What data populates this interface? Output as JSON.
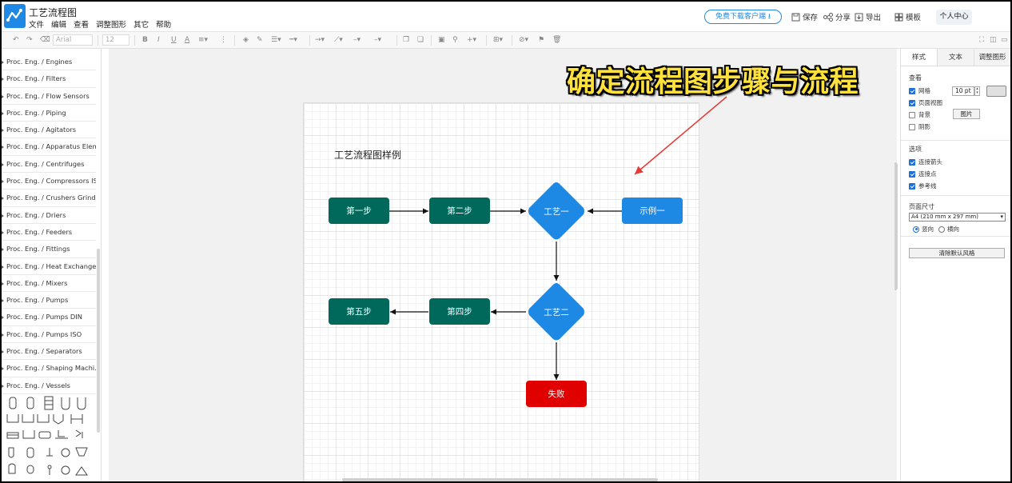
{
  "app": {
    "title": "工艺流程图",
    "menu": [
      "文件",
      "编辑",
      "查看",
      "调整图形",
      "其它",
      "帮助"
    ]
  },
  "header": {
    "download_label": "免费下载客户端",
    "save_label": "保存",
    "share_label": "分享",
    "export_label": "导出",
    "template_label": "模板",
    "user_center_label": "个人中心"
  },
  "toolbar": {
    "font_family": "Arial",
    "font_size": "12"
  },
  "sidebar": {
    "libraries": [
      "Proc. Eng. / Engines",
      "Proc. Eng. / Filters",
      "Proc. Eng. / Flow Sensors",
      "Proc. Eng. / Piping",
      "Proc. Eng. / Agitators",
      "Proc. Eng. / Apparatus Elem...",
      "Proc. Eng. / Centrifuges",
      "Proc. Eng. / Compressors ISO",
      "Proc. Eng. / Crushers Grindi...",
      "Proc. Eng. / Driers",
      "Proc. Eng. / Feeders",
      "Proc. Eng. / Fittings",
      "Proc. Eng. / Heat Exchangers",
      "Proc. Eng. / Mixers",
      "Proc. Eng. / Pumps",
      "Proc. Eng. / Pumps DIN",
      "Proc. Eng. / Pumps ISO",
      "Proc. Eng. / Separators",
      "Proc. Eng. / Shaping Machi...",
      "Proc. Eng. / Vessels"
    ]
  },
  "diagram": {
    "title": "工艺流程图样例",
    "nodes": {
      "step1": "第一步",
      "step2": "第二步",
      "process1": "工艺一",
      "example1": "示例一",
      "process2": "工艺二",
      "step4": "第四步",
      "step5": "第五步",
      "fail": "失败"
    },
    "colors": {
      "step": "#00695c",
      "process": "#1e88e5",
      "fail": "#e00000"
    }
  },
  "annotation": {
    "text": "确定流程图步骤与流程",
    "color": "#ffe13c",
    "arrow_color": "#e53935"
  },
  "right_panel": {
    "tabs": [
      "样式",
      "文本",
      "调整图形"
    ],
    "view": {
      "title": "查看",
      "grid_label": "网格",
      "grid_size": "10 pt",
      "page_view_label": "页面视图",
      "background_label": "背景",
      "image_button": "图片",
      "shadow_label": "阴影"
    },
    "options": {
      "title": "选项",
      "connect_arrows_label": "连接箭头",
      "connection_points_label": "连接点",
      "guides_label": "参考线"
    },
    "page_size": {
      "title": "页面尺寸",
      "selected": "A4 (210 mm x 297 mm)",
      "portrait_label": "竖向",
      "landscape_label": "横向"
    },
    "reset_style_button": "清除默认风格"
  }
}
